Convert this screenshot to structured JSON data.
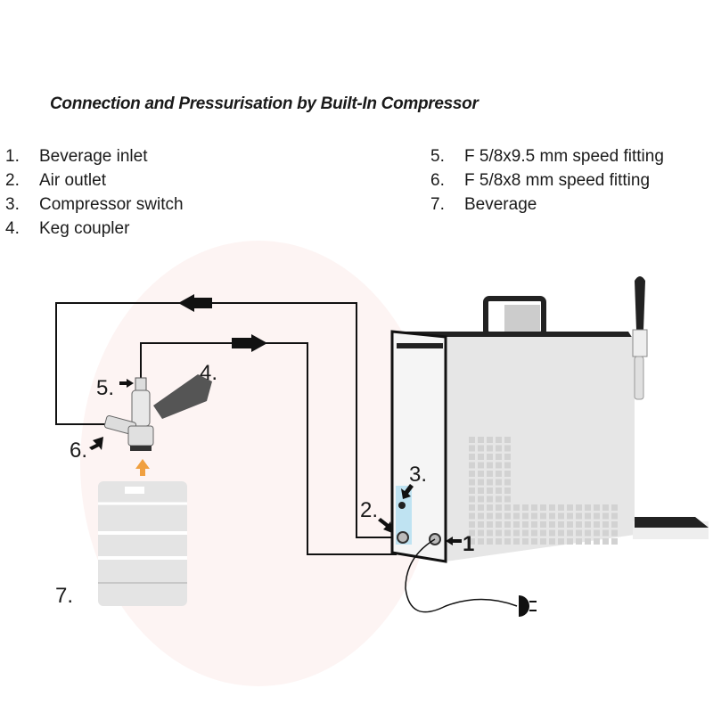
{
  "title": "Connection and Pressurisation by Built-In Compressor",
  "legend_left": [
    {
      "num": "1.",
      "label": "Beverage inlet"
    },
    {
      "num": "2.",
      "label": "Air outlet"
    },
    {
      "num": "3.",
      "label": "Compressor switch"
    },
    {
      "num": "4.",
      "label": "Keg coupler"
    }
  ],
  "legend_right": [
    {
      "num": "5.",
      "label": "F 5/8x9.5 mm speed fitting"
    },
    {
      "num": "6.",
      "label": "F 5/8x8 mm speed fitting"
    },
    {
      "num": "7.",
      "label": "Beverage"
    }
  ],
  "callouts": {
    "c1": "1",
    "c2": "2.",
    "c3": "3.",
    "c4": "4.",
    "c5": "5.",
    "c6": "6.",
    "c7": "7."
  },
  "colors": {
    "line": "#111111",
    "cooler": "#e6e6e6",
    "switch_panel": "#bfe3f2",
    "arrow_up": "#f0a040",
    "keg": "#e4e4e4"
  }
}
